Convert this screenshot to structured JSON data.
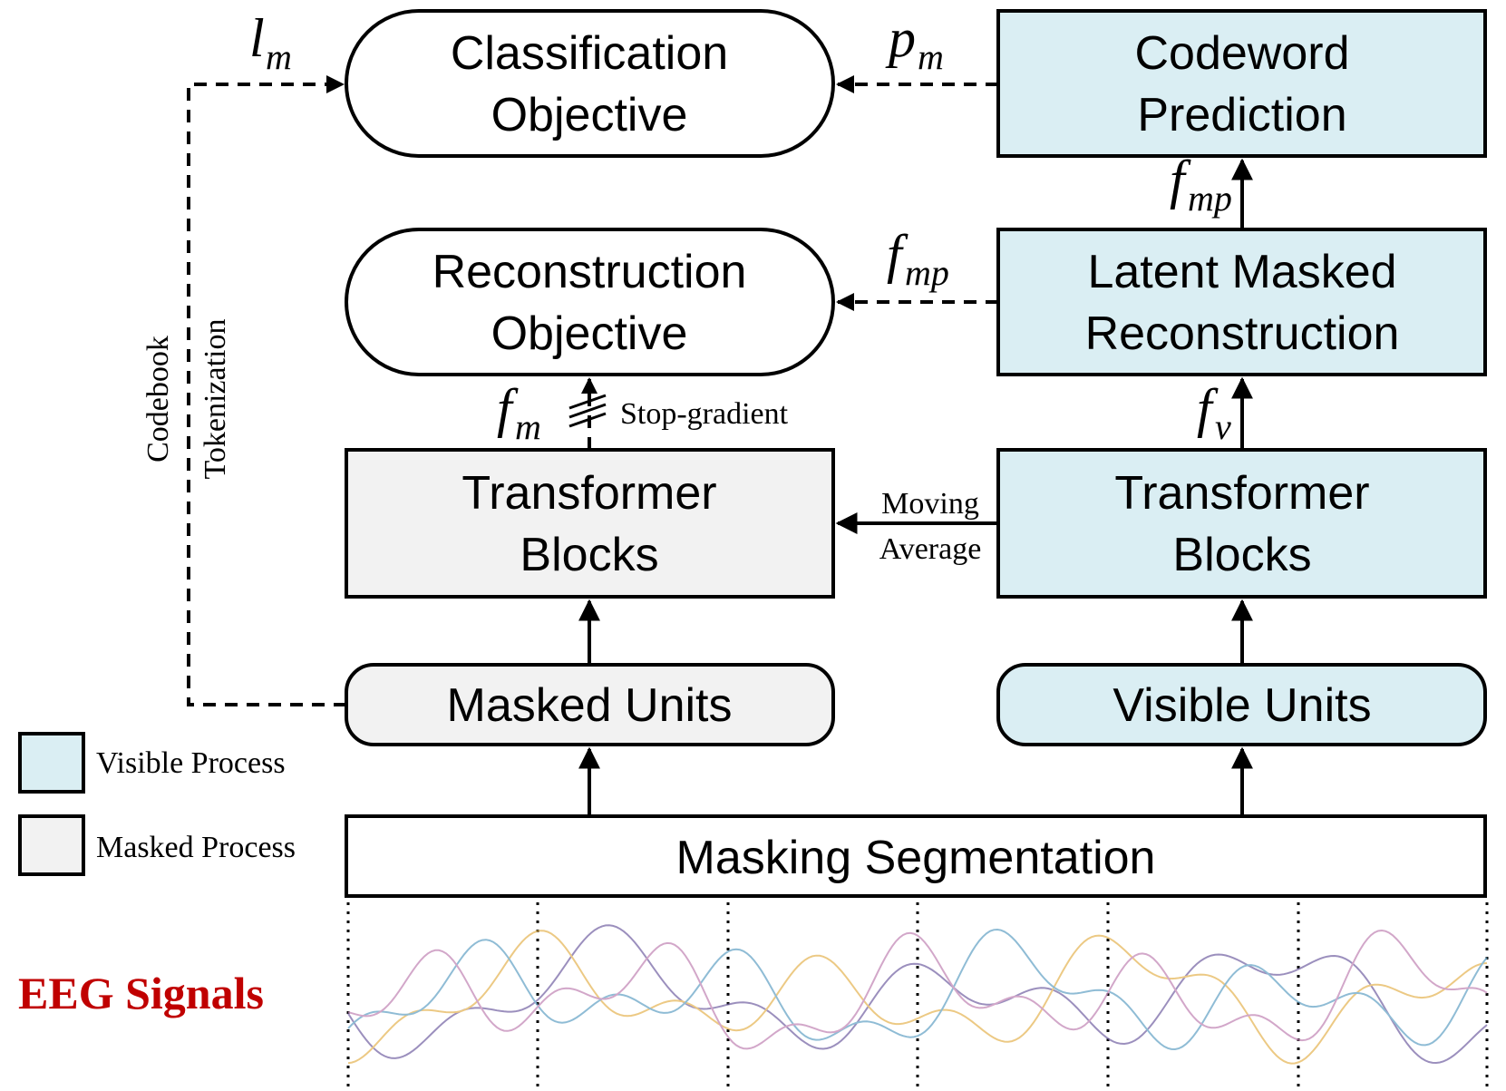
{
  "colors": {
    "visible_fill": "#daeef3",
    "masked_fill": "#f2f2f2",
    "eeg_label": "#c00000",
    "stroke": "#000000"
  },
  "boxes": {
    "classification": [
      "Classification",
      "Objective"
    ],
    "codeword": [
      "Codeword",
      "Prediction"
    ],
    "reconstruction": [
      "Reconstruction",
      "Objective"
    ],
    "latent": [
      "Latent Masked",
      "Reconstruction"
    ],
    "transformer_masked": [
      "Transformer",
      "Blocks"
    ],
    "transformer_visible": [
      "Transformer",
      "Blocks"
    ],
    "masked_units": "Masked Units",
    "visible_units": "Visible Units",
    "masking_segmentation": "Masking Segmentation"
  },
  "labels": {
    "l_m": {
      "base": "l",
      "sub": "m"
    },
    "p_m": {
      "base": "p",
      "sub": "m"
    },
    "f_mp_top": {
      "base": "f",
      "sub": "mp"
    },
    "f_mp_mid": {
      "base": "f",
      "sub": "mp"
    },
    "f_m": {
      "base": "f",
      "sub": "m"
    },
    "f_v": {
      "base": "f",
      "sub": "v"
    },
    "stop_gradient": "Stop-gradient",
    "moving_average": [
      "Moving",
      "Average"
    ],
    "codebook": "Codebook",
    "tokenization": "Tokenization"
  },
  "legend": {
    "visible": "Visible Process",
    "masked": "Masked Process"
  },
  "eeg_label": "EEG Signals"
}
